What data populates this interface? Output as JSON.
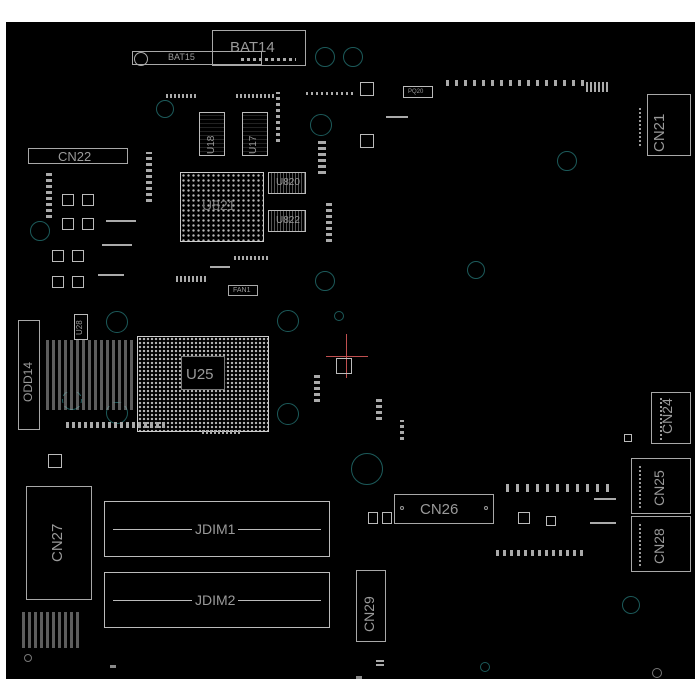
{
  "components": {
    "bat14": "BAT14",
    "bat15": "BAT15",
    "cn22": "CN22",
    "cn21": "CN21",
    "u18": "U18",
    "u17": "U17",
    "u821": "U821",
    "u820": "U820",
    "u822": "U822",
    "pq20": "PQ20",
    "fan1": "FAN1",
    "u28": "U28",
    "odd14": "ODD14",
    "u25": "U25",
    "cn24": "CN24",
    "cn25": "CN25",
    "cn28": "CN28",
    "cn26": "CN26",
    "cn27": "CN27",
    "jdim1": "JDIM1",
    "jdim2": "JDIM2",
    "cn29": "CN29"
  },
  "colors": {
    "board": "#000000",
    "silkscreen": "#a8a8a8",
    "via_ring": "#1c5a5a"
  }
}
